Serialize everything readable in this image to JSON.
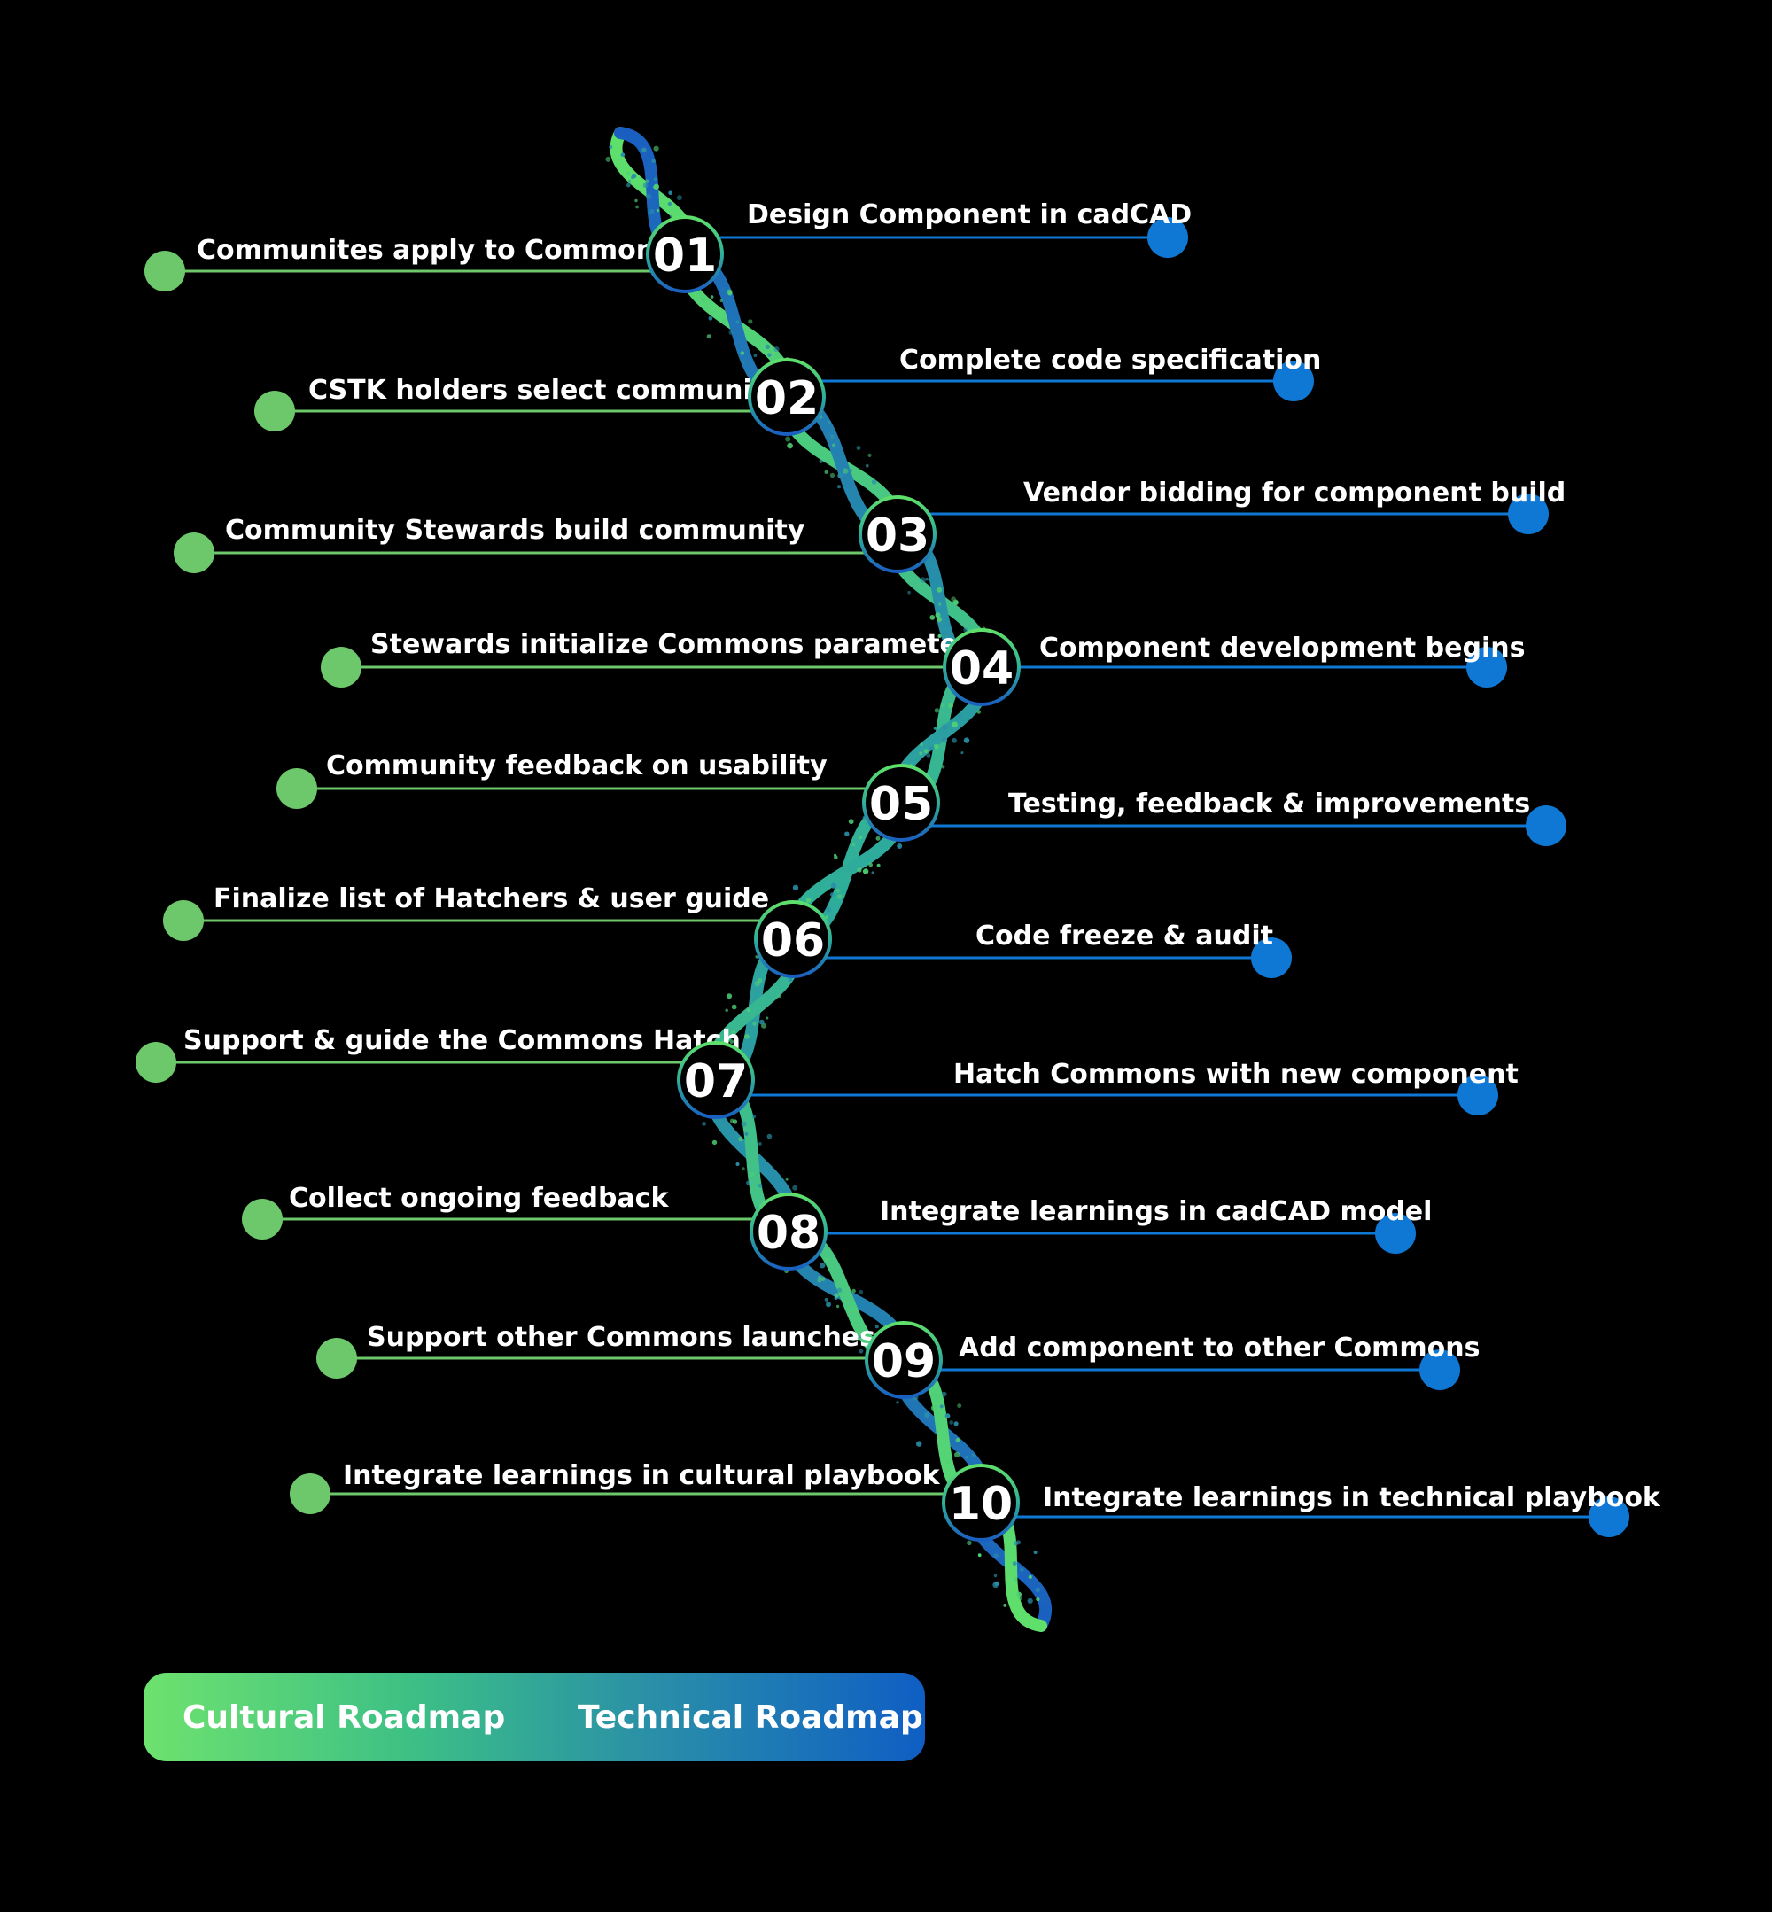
{
  "colors": {
    "cultural": "#6cc86a",
    "technical": "#0f78d4",
    "helix_green": "#5fe06a",
    "helix_blue": "#1a5fc0",
    "background": "#000000"
  },
  "steps": [
    {
      "number": "01",
      "cultural": "Communites apply to Commons",
      "technical": "Design Component in cadCAD"
    },
    {
      "number": "02",
      "cultural": "CSTK holders select community",
      "technical": "Complete code specification"
    },
    {
      "number": "03",
      "cultural": "Community Stewards build community",
      "technical": "Vendor bidding for component build"
    },
    {
      "number": "04",
      "cultural": "Stewards initialize Commons parameters",
      "technical": "Component development begins"
    },
    {
      "number": "05",
      "cultural": "Community feedback on usability",
      "technical": "Testing, feedback & improvements"
    },
    {
      "number": "06",
      "cultural": "Finalize list of Hatchers & user guide",
      "technical": "Code freeze & audit"
    },
    {
      "number": "07",
      "cultural": "Support & guide the Commons Hatch",
      "technical": "Hatch Commons with new component"
    },
    {
      "number": "08",
      "cultural": "Collect ongoing feedback",
      "technical": "Integrate learnings in cadCAD model"
    },
    {
      "number": "09",
      "cultural": "Support other Commons launches",
      "technical": "Add component to other Commons"
    },
    {
      "number": "10",
      "cultural": "Integrate learnings in cultural playbook",
      "technical": "Integrate learnings in technical playbook"
    }
  ],
  "legend": {
    "cultural": "Cultural Roadmap",
    "technical": "Technical Roadmap"
  }
}
